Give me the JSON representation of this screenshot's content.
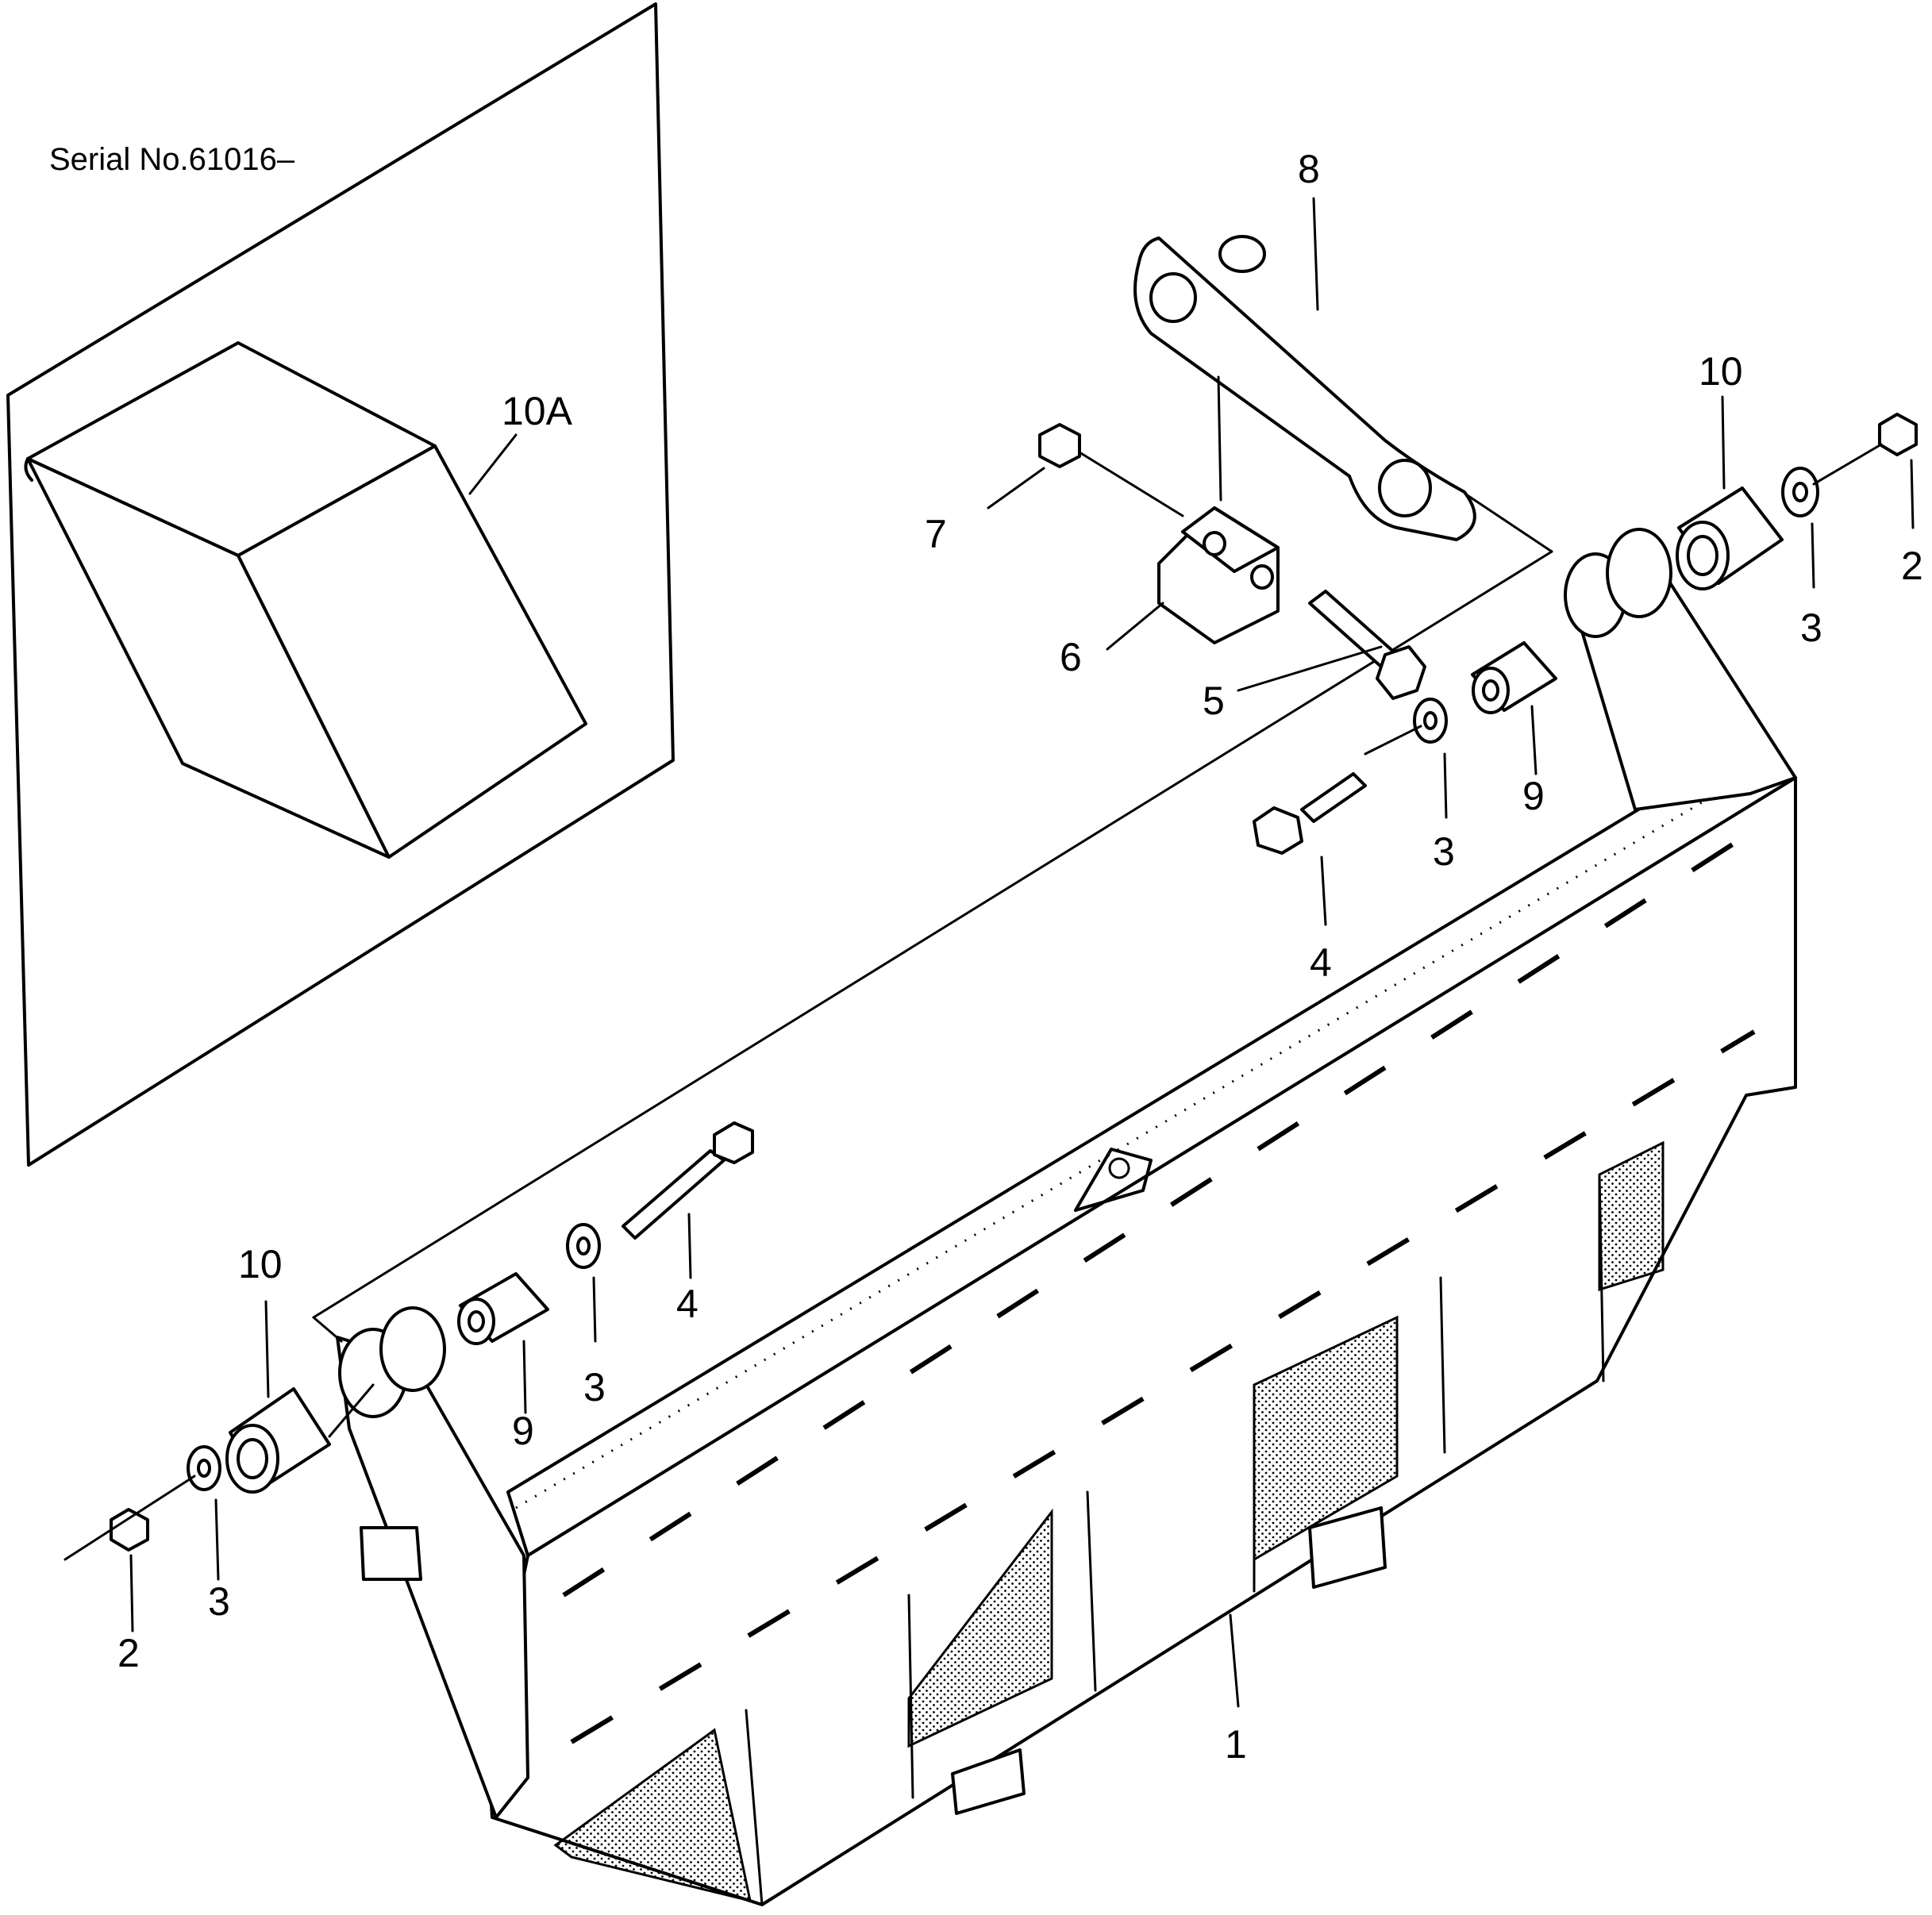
{
  "serial_label": "Serial No.61016–",
  "inset_part": "10A",
  "callouts": {
    "c8": "8",
    "c7": "7",
    "c6": "6",
    "c5": "5",
    "c10_right": "10",
    "c2_right": "2",
    "c3_right_outer": "3",
    "c9_right": "9",
    "c3_right_inner": "3",
    "c4_right": "4",
    "c10_left": "10",
    "c9_left": "9",
    "c3_left_inner": "3",
    "c4_left": "4",
    "c3_left_outer": "3",
    "c2_left": "2",
    "c1": "1"
  }
}
